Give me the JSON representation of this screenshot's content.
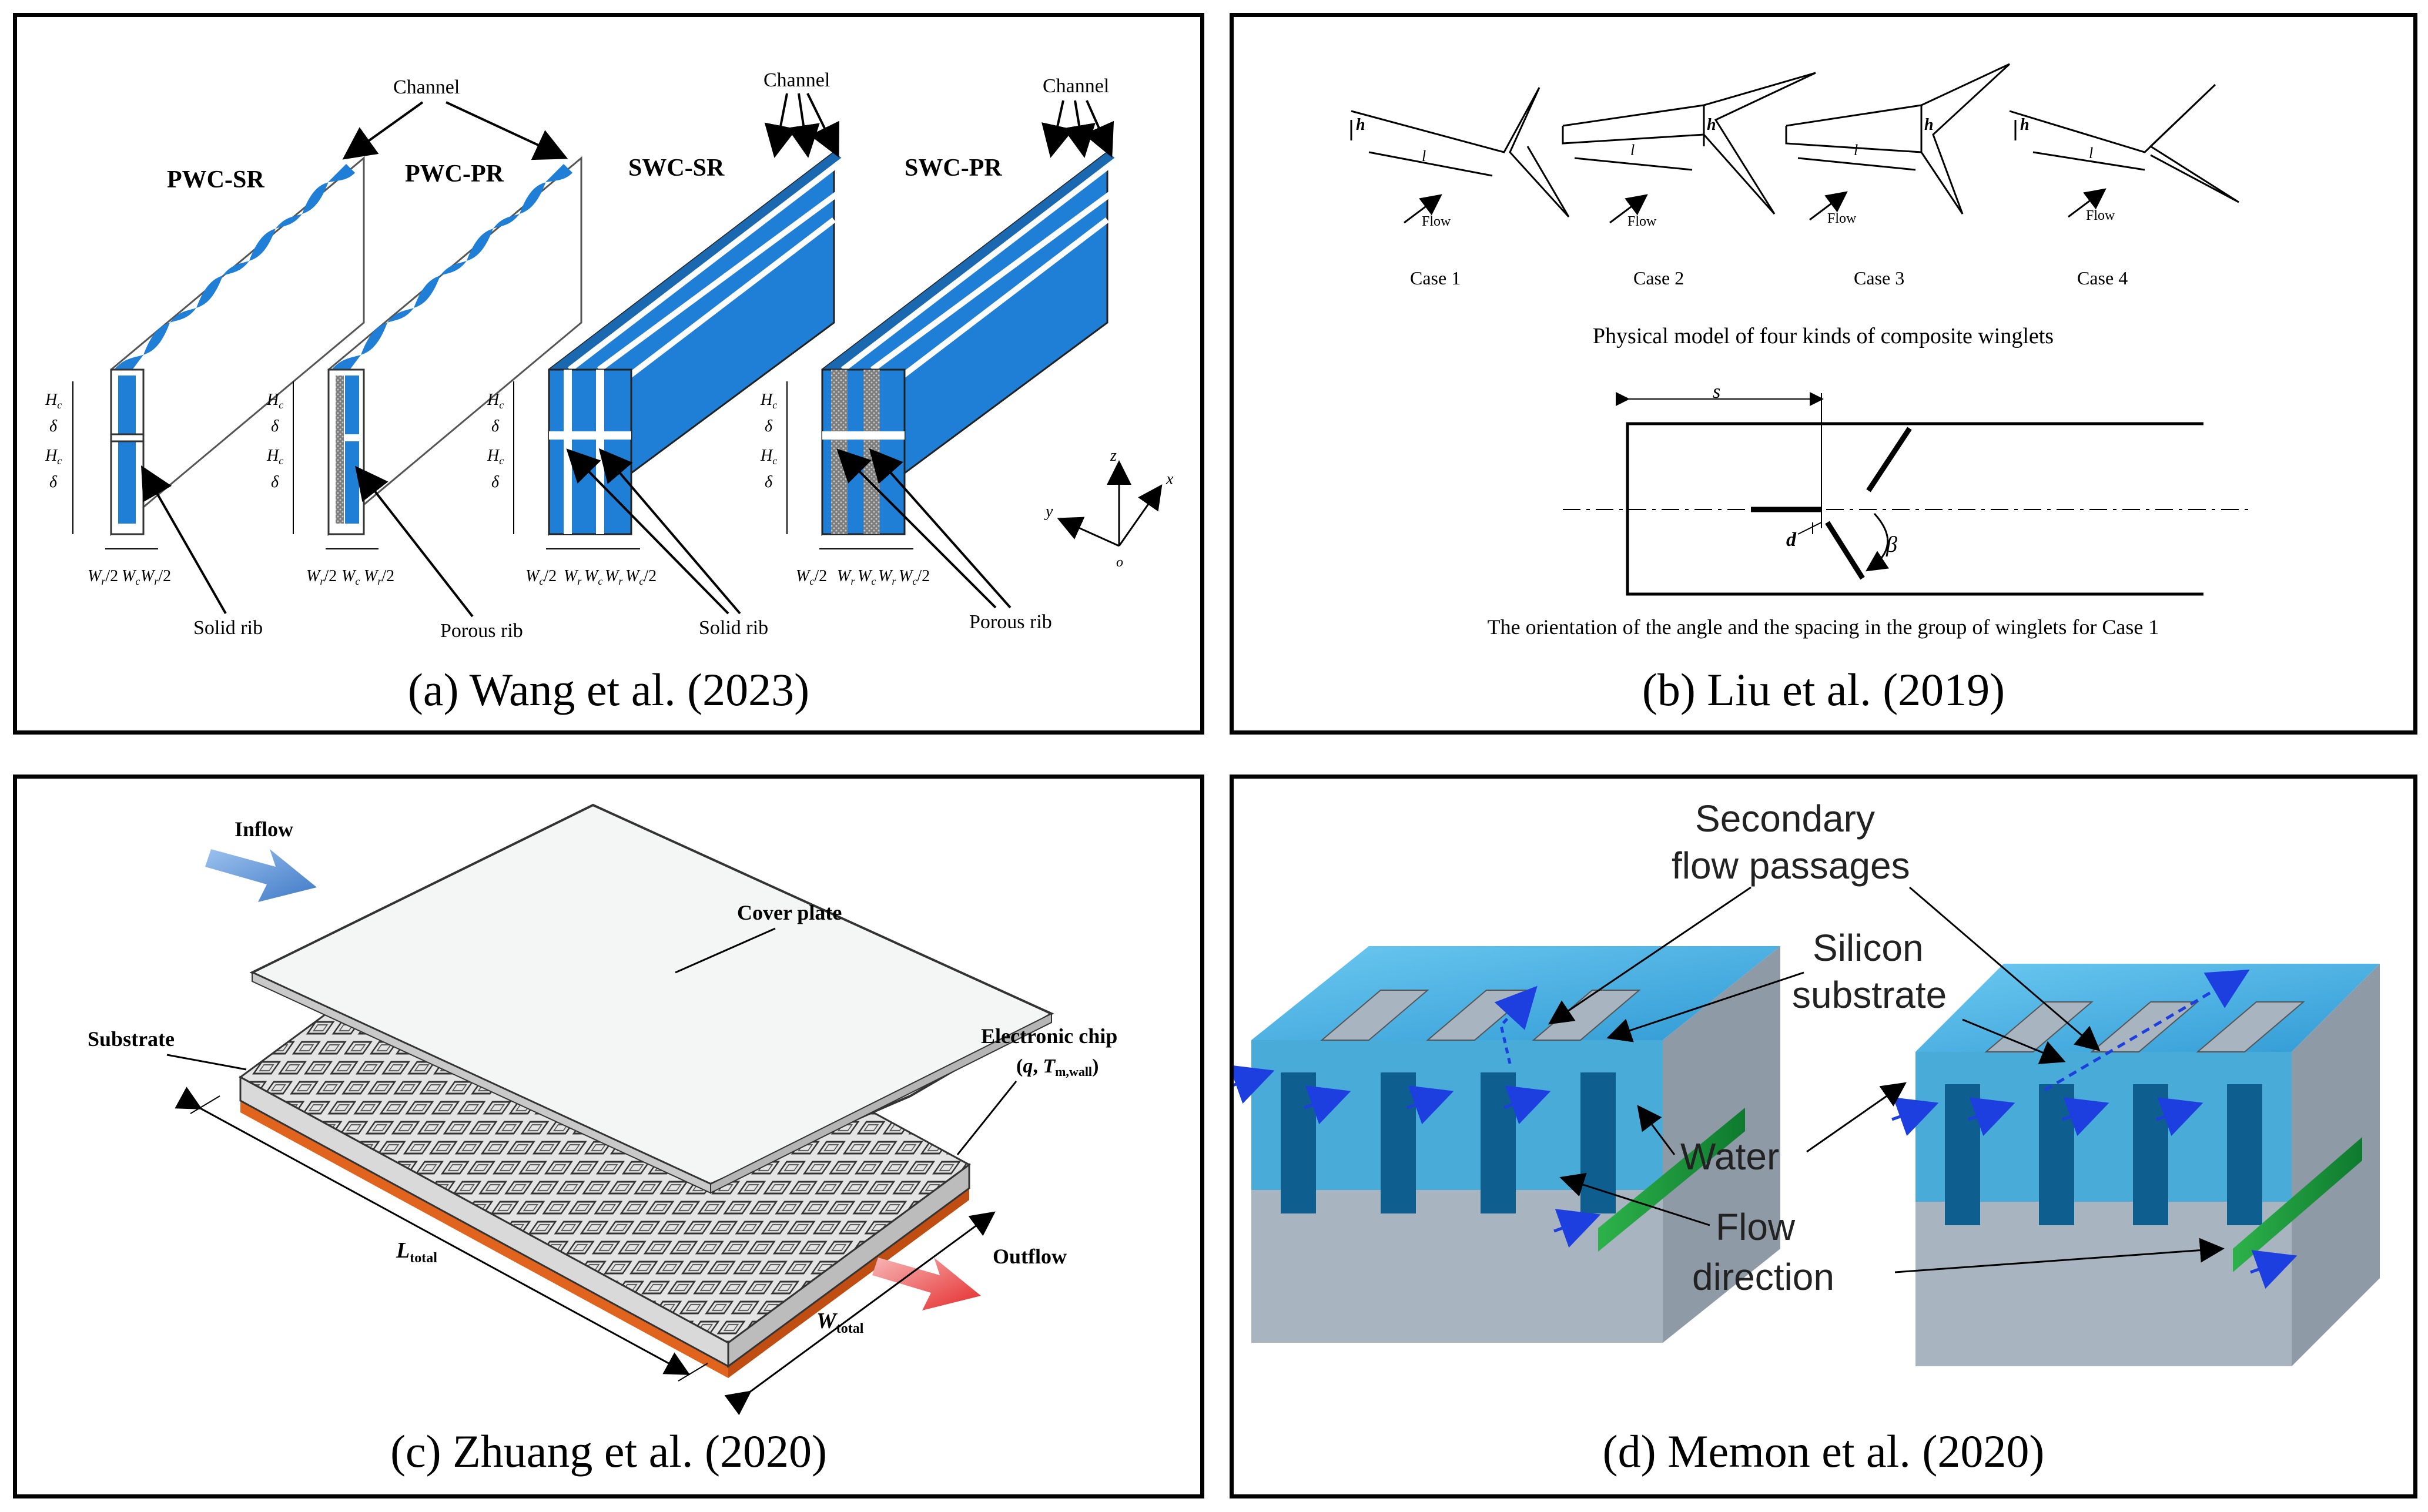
{
  "panels": {
    "a": {
      "caption": "(a) Wang et al. (2023)",
      "labels": {
        "channel": "Channel",
        "pwc_sr": "PWC-SR",
        "pwc_pr": "PWC-PR",
        "swc_sr": "SWC-SR",
        "swc_pr": "SWC-PR",
        "solid_rib": "Solid rib",
        "porous_rib": "Porous rib",
        "hc": "H",
        "hc_sub": "c",
        "delta": "δ",
        "wr2": "W",
        "wr2_sub": "r",
        "half": "/2",
        "wc": "W",
        "wc_sub": "c",
        "wr": "W",
        "wr_sub": "r",
        "axis_x": "x",
        "axis_y": "y",
        "axis_z": "z",
        "axis_o": "o"
      },
      "colors": {
        "channel": "#1f7fd6",
        "rib_solid": "#ffffff",
        "rib_porous": "#8a8a8a"
      }
    },
    "b": {
      "caption": "(b)  Liu et al. (2019)",
      "labels": {
        "h": "h",
        "l": "l",
        "flow": "Flow",
        "case1": "Case 1",
        "case2": "Case 2",
        "case3": "Case 3",
        "case4": "Case 4",
        "model_title": "Physical model of four kinds of composite winglets",
        "s": "s",
        "d": "d",
        "beta": "β",
        "orientation_caption": "The orientation of the angle and the spacing in the group of winglets for Case 1"
      }
    },
    "c": {
      "caption": "(c) Zhuang et al. (2020)",
      "labels": {
        "inflow": "Inflow",
        "outflow": "Outflow",
        "cover_plate": "Cover plate",
        "substrate": "Substrate",
        "electronic_chip": "Electronic chip",
        "chip_params_open": "(",
        "chip_q": "q",
        "chip_comma": ", ",
        "chip_T": "T",
        "chip_T_sub": "m,wall",
        "chip_params_close": ")",
        "l_total": "L",
        "l_total_sub": "total",
        "w_total": "W",
        "w_total_sub": "total"
      },
      "colors": {
        "chip": "#e0641e",
        "inflow_arrow": "#5b8fd0",
        "outflow_arrow": "#e84040"
      }
    },
    "d": {
      "caption": "(d) Memon et al. (2020)",
      "labels": {
        "secondary_flow_1": "Secondary",
        "secondary_flow_2": "flow passages",
        "silicon_1": "Silicon",
        "silicon_2": "substrate",
        "water": "Water",
        "flow_dir_1": "Flow",
        "flow_dir_2": "direction"
      },
      "colors": {
        "water": "#2aa8e0",
        "silicon": "#a8b4bf",
        "heat": "#3fae4a",
        "flow_arrow": "#1d3fe0"
      }
    }
  }
}
